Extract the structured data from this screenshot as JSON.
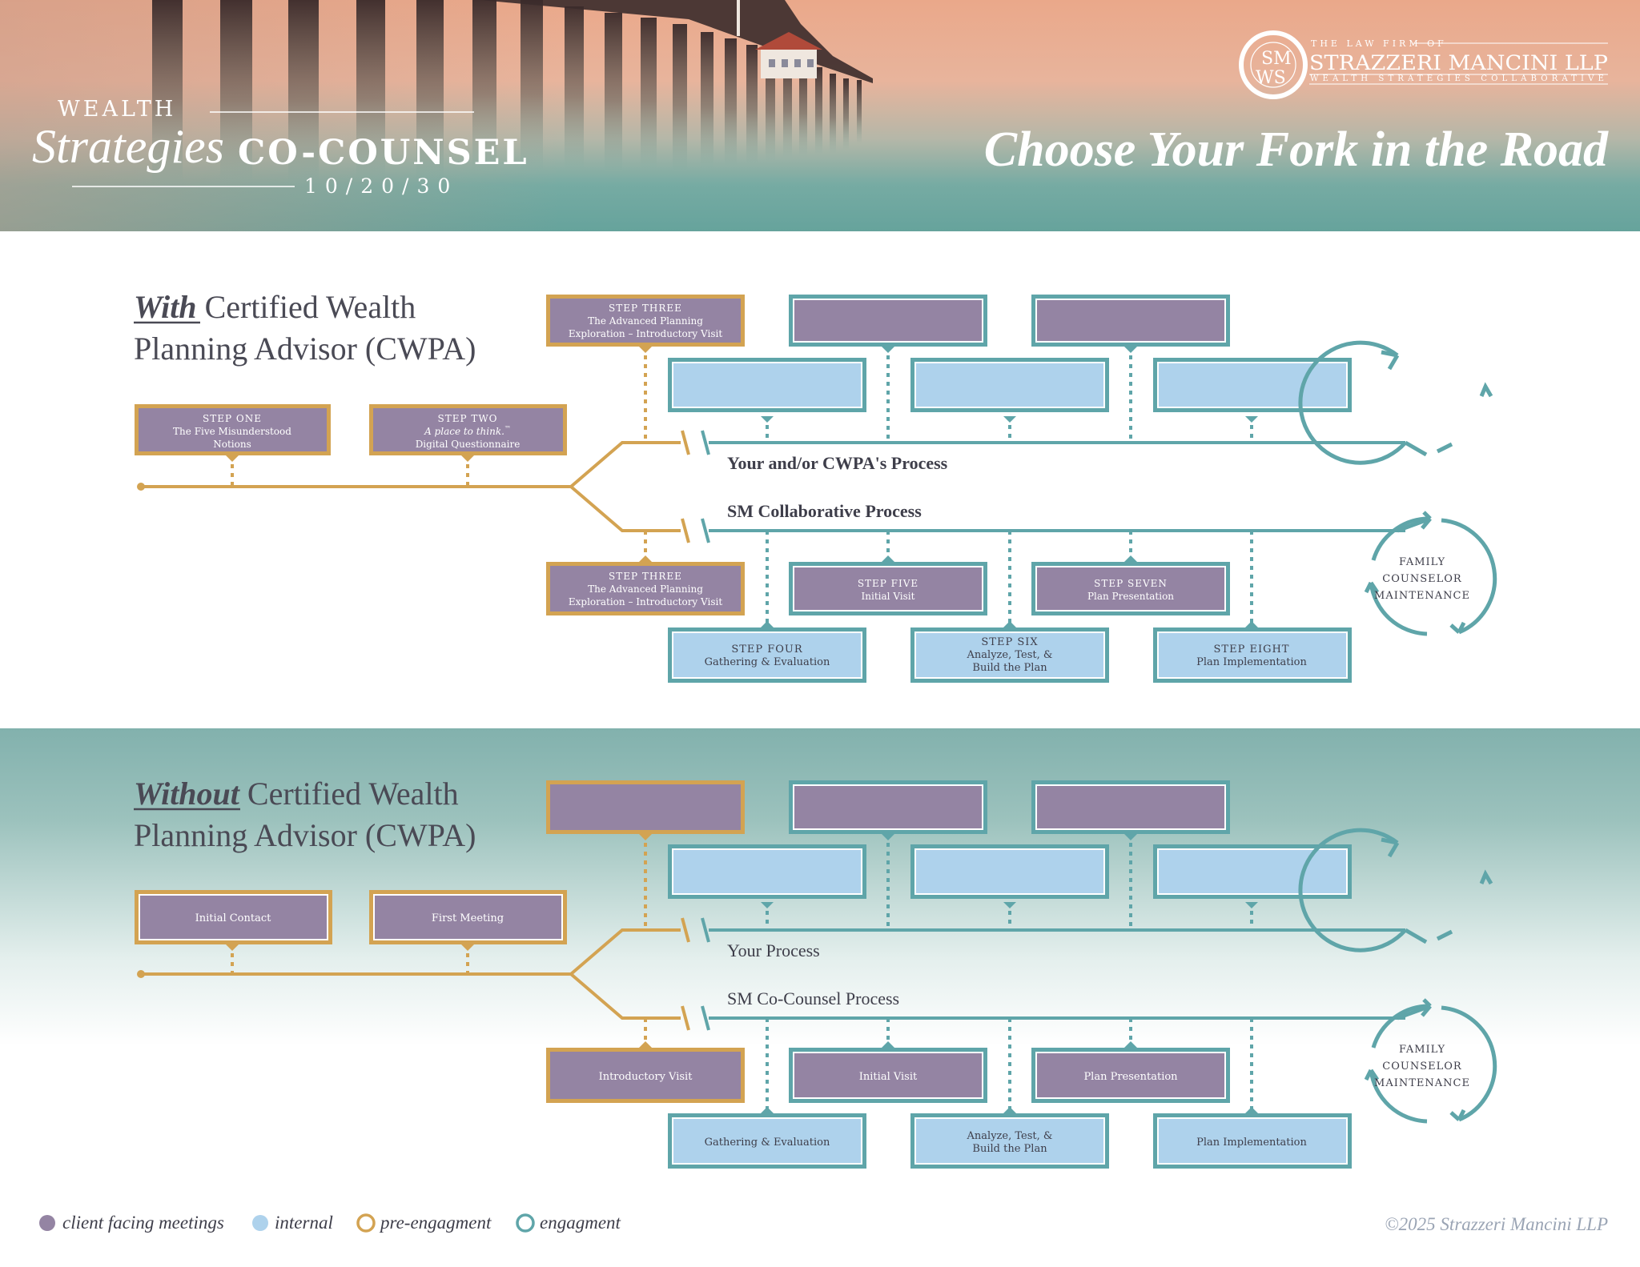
{
  "colors": {
    "client": "#9484a3",
    "internal": "#aed2ec",
    "pre": "#d3a352",
    "engage": "#5fa5a9",
    "teal_band": "#6da8a2",
    "text_dark": "#3e3e4a"
  },
  "header": {
    "brand_wealth": "WEALTH",
    "brand_strategies": "Strategies",
    "brand_cocounsel": "CO-COUNSEL",
    "brand_numbers": "10/20/30",
    "firm_monogram_top": "SM",
    "firm_monogram_bottom": "WS",
    "firm_prefix": "THE LAW FIRM OF",
    "firm_name": "STRAZZERI MANCINI LLP",
    "firm_tagline": "WEALTH STRATEGIES COLLABORATIVE",
    "headline": "Choose Your Fork in the Road"
  },
  "with_section": {
    "title_em": "With",
    "title_rest": "Certified Wealth",
    "title_line2": "Planning Advisor (CWPA)",
    "step1": [
      "STEP ONE",
      "The Five Misunderstood",
      "Notions"
    ],
    "step2_l1": "STEP TWO",
    "step2_l2_em": "A place to think.",
    "step2_l2_tm": "™",
    "step2_l3": "Digital Questionnaire",
    "step3_upper": [
      "STEP THREE",
      "The Advanced Planning",
      "Exploration – Introductory Visit"
    ],
    "upper_label": "Your and/or CWPA's Process",
    "lower_label": "SM Collaborative Process",
    "step3_lower": [
      "STEP THREE",
      "The Advanced Planning",
      "Exploration – Introductory Visit"
    ],
    "step5": [
      "STEP FIVE",
      "Initial Visit"
    ],
    "step7": [
      "STEP SEVEN",
      "Plan Presentation"
    ],
    "step4": [
      "STEP FOUR",
      "Gathering & Evaluation"
    ],
    "step6": [
      "STEP SIX",
      "Analyze, Test, &",
      "Build the Plan"
    ],
    "step8": [
      "STEP EIGHT",
      "Plan Implementation"
    ],
    "family": [
      "FAMILY",
      "COUNSELOR",
      "MAINTENANCE"
    ]
  },
  "without_section": {
    "title_em": "Without",
    "title_rest": "Certified Wealth",
    "title_line2": "Planning Advisor (CWPA)",
    "initial_contact": "Initial Contact",
    "first_meeting": "First Meeting",
    "upper_label": "Your Process",
    "lower_label": "SM Co-Counsel Process",
    "intro_visit": "Introductory Visit",
    "initial_visit": "Initial Visit",
    "plan_presentation": "Plan Presentation",
    "gathering": "Gathering & Evaluation",
    "analyze": [
      "Analyze, Test, &",
      "Build the Plan"
    ],
    "plan_impl": "Plan Implementation",
    "family": [
      "FAMILY",
      "COUNSELOR",
      "MAINTENANCE"
    ]
  },
  "legend": [
    {
      "label": "client facing meetings",
      "kind": "client"
    },
    {
      "label": "internal",
      "kind": "internal"
    },
    {
      "label": "pre-engagment",
      "kind": "pre"
    },
    {
      "label": "engagment",
      "kind": "engage"
    }
  ],
  "copyright": "©2025 Strazzeri Mancini LLP"
}
